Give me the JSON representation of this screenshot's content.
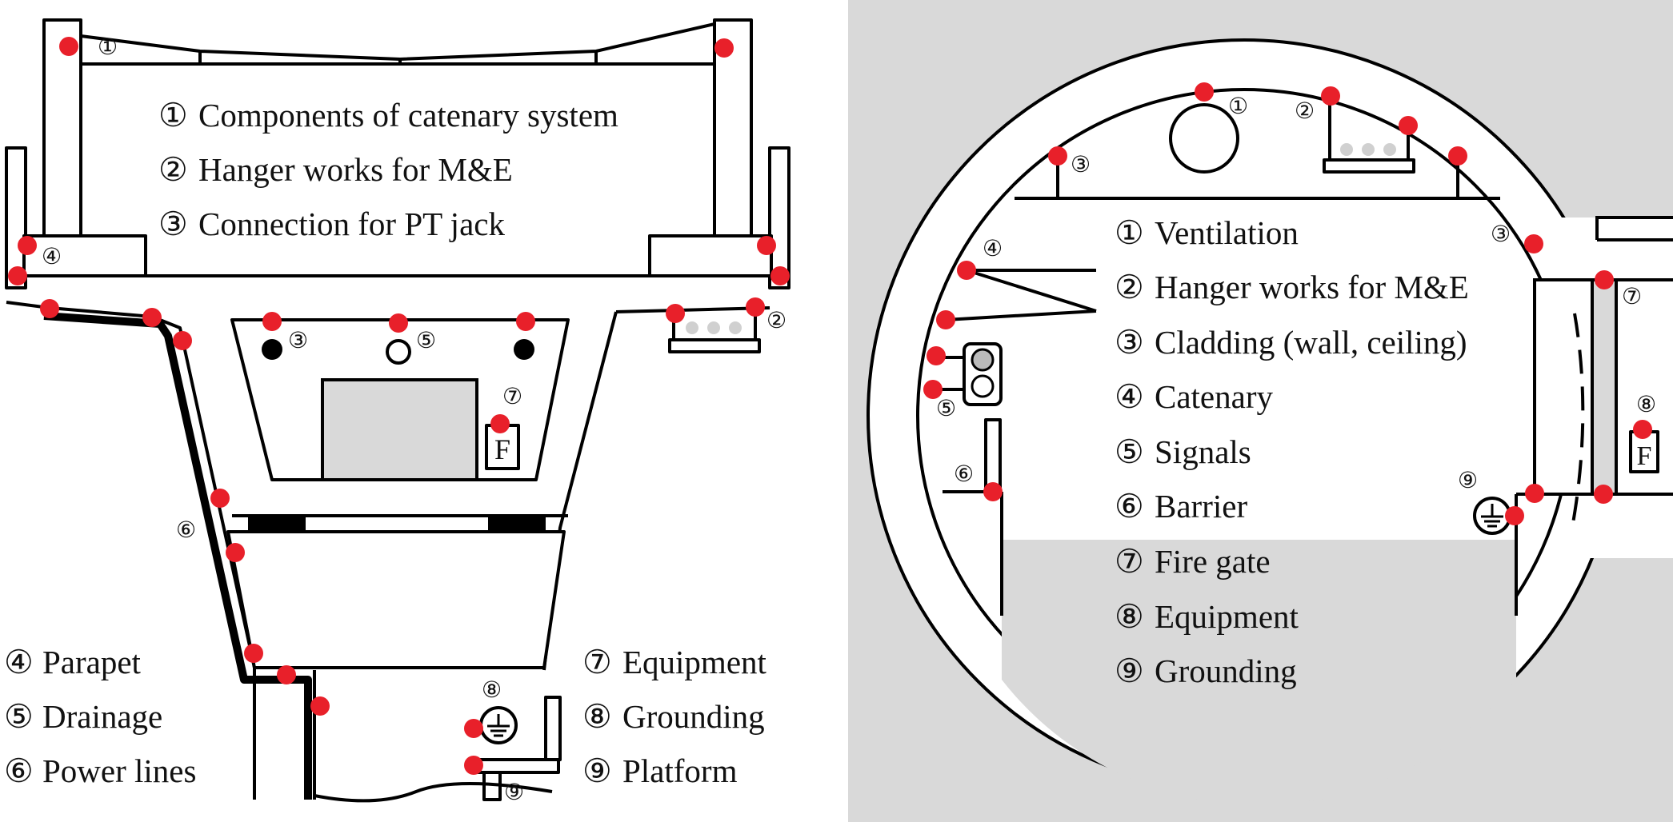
{
  "bridge": {
    "legend_inside": [
      {
        "num": "①",
        "text": "Components of catenary system"
      },
      {
        "num": "②",
        "text": "Hanger works for M&E"
      },
      {
        "num": "③",
        "text": "Connection for PT jack"
      }
    ],
    "legend_left": [
      {
        "num": "④",
        "text": "Parapet"
      },
      {
        "num": "⑤",
        "text": "Drainage"
      },
      {
        "num": "⑥",
        "text": "Power lines"
      }
    ],
    "legend_right": [
      {
        "num": "⑦",
        "text": "Equipment"
      },
      {
        "num": "⑧",
        "text": "Grounding"
      },
      {
        "num": "⑨",
        "text": "Platform"
      }
    ],
    "markers": {
      "m1": "①",
      "m2": "②",
      "m3": "③",
      "m4": "④",
      "m5": "⑤",
      "m6": "⑥",
      "m7": "⑦",
      "m8": "⑧",
      "m9": "⑨"
    },
    "equipment_box": "F"
  },
  "tunnel": {
    "legend": [
      {
        "num": "①",
        "text": "Ventilation"
      },
      {
        "num": "②",
        "text": "Hanger works for M&E"
      },
      {
        "num": "③",
        "text": "Cladding (wall, ceiling)"
      },
      {
        "num": "④",
        "text": "Catenary"
      },
      {
        "num": "⑤",
        "text": "Signals"
      },
      {
        "num": "⑥",
        "text": "Barrier"
      },
      {
        "num": "⑦",
        "text": "Fire gate"
      },
      {
        "num": "⑧",
        "text": "Equipment"
      },
      {
        "num": "⑨",
        "text": "Grounding"
      }
    ],
    "markers": {
      "m1": "①",
      "m2": "②",
      "m3a": "③",
      "m3b": "③",
      "m4": "④",
      "m5": "⑤",
      "m6": "⑥",
      "m7": "⑦",
      "m8": "⑧",
      "m9": "⑨"
    },
    "equipment_box": "F"
  },
  "colors": {
    "point": "#e8202a",
    "fill_gray": "#d9d9d9",
    "line": "#000000"
  }
}
